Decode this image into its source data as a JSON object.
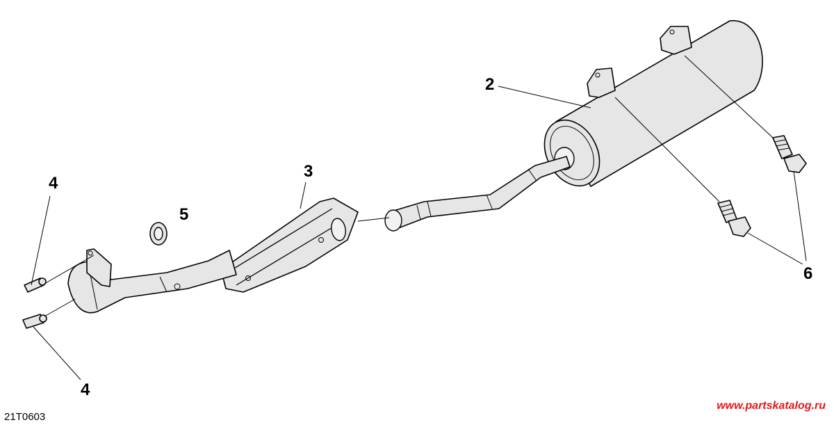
{
  "callouts": {
    "c2": "2",
    "c3": "3",
    "c4_top": "4",
    "c4_bottom": "4",
    "c5": "5",
    "c6": "6"
  },
  "drawing_code": "21T0603",
  "watermark": "www.partskatalog.ru",
  "colors": {
    "part_fill": "#e6e6e6",
    "line": "#000000",
    "watermark": "#e01b1b"
  }
}
